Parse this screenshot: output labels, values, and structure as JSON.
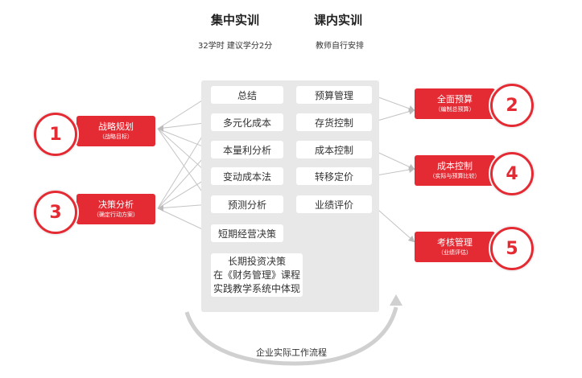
{
  "header": {
    "col1_title": "集中实训",
    "col1_sub": "32学时 建议学分2分",
    "col2_title": "课内实训",
    "col2_sub": "教师自行安排"
  },
  "left_modules": [
    "总结",
    "多元化成本",
    "本量利分析",
    "变动成本法",
    "预测分析",
    "短期经营决策"
  ],
  "right_modules": [
    "预算管理",
    "存货控制",
    "成本控制",
    "转移定价",
    "业绩评价"
  ],
  "bottom_box": {
    "line1": "长期投资决策",
    "line2": "在《财务管理》课程",
    "line3": "实践教学系统中体现"
  },
  "goals": [
    {
      "number": "1",
      "title": "战略规划",
      "subtitle": "（战略目标）"
    },
    {
      "number": "2",
      "title": "全面预算",
      "subtitle": "（编制总预算）"
    },
    {
      "number": "3",
      "title": "决策分析",
      "subtitle": "（确定行动方案）"
    },
    {
      "number": "4",
      "title": "成本控制",
      "subtitle": "（实际与预算比较）"
    },
    {
      "number": "5",
      "title": "考核管理",
      "subtitle": "（业绩评估）"
    }
  ],
  "flow_label": "企业实际工作流程",
  "colors": {
    "accent": "#e42b34",
    "panel": "#e8e8e8",
    "connector": "#bbbbbb"
  }
}
